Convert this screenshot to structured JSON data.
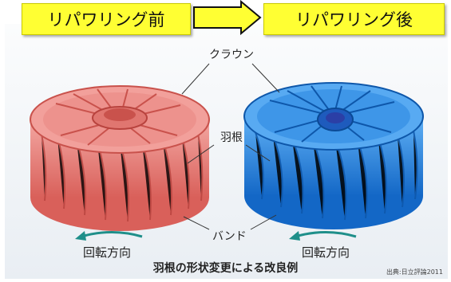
{
  "labels": {
    "before": "リパワリング前",
    "after": "リパワリング後"
  },
  "callouts": {
    "crown": "クラウン",
    "blade": "羽根",
    "band": "バンド"
  },
  "rotation": {
    "left": "回転方向",
    "right": "回転方向"
  },
  "caption": "羽根の形状変更による改良例",
  "source": "出典:日立評論2011",
  "colors": {
    "before_runner": "#e8837e",
    "after_runner": "#2f86e0",
    "label_fill": "#ffff33",
    "rotation_arrow": "#1f8f8a"
  }
}
